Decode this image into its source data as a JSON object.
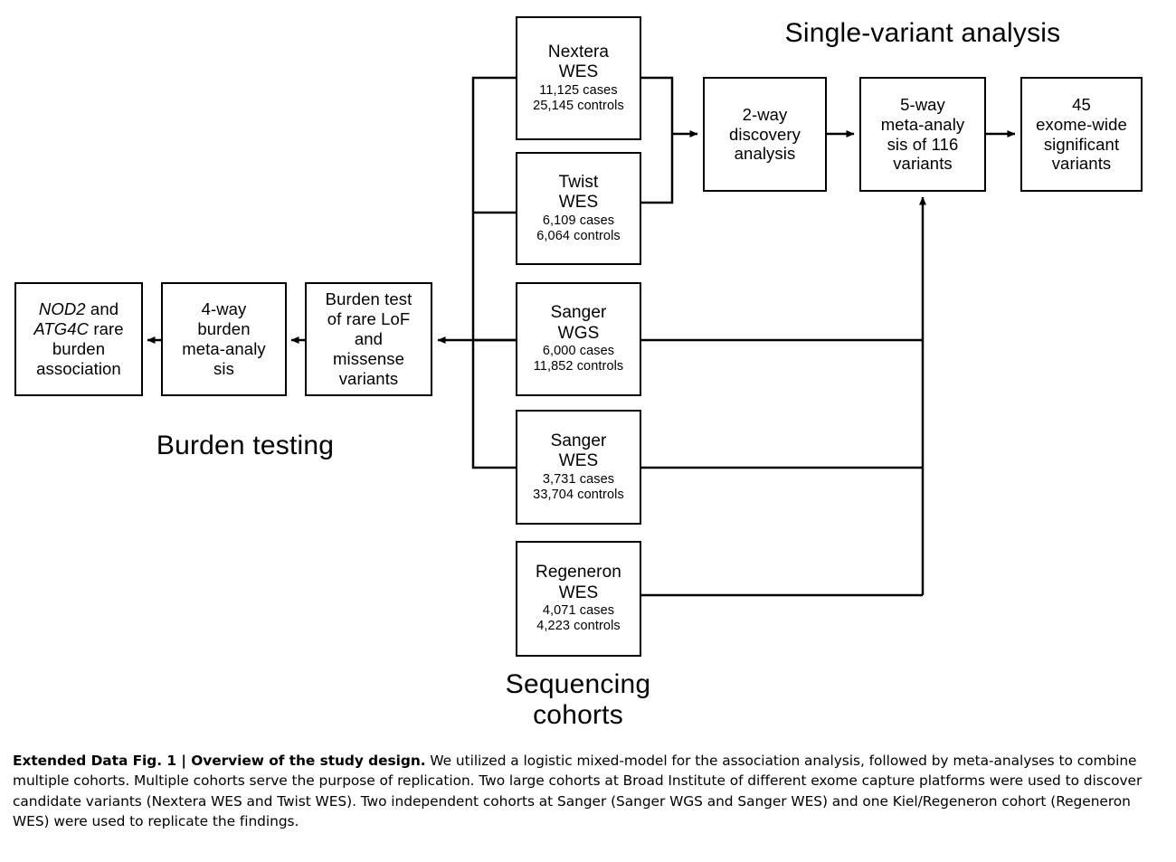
{
  "figure": {
    "section_labels": [
      {
        "id": "single-variant-analysis",
        "text": "Single-variant analysis"
      },
      {
        "id": "burden-testing",
        "text": "Burden testing"
      },
      {
        "id": "sequencing-cohorts",
        "text": "Sequencing\ncohorts"
      }
    ],
    "cohort_nodes": [
      {
        "id": "nextera-wes",
        "title": "Nextera\nWES",
        "cases": "11,125 cases",
        "controls": "25,145 controls"
      },
      {
        "id": "twist-wes",
        "title": "Twist\nWES",
        "cases": "6,109 cases",
        "controls": "6,064 controls"
      },
      {
        "id": "sanger-wgs",
        "title": "Sanger\nWGS",
        "cases": "6,000 cases",
        "controls": "11,852 controls"
      },
      {
        "id": "sanger-wes",
        "title": "Sanger\nWES",
        "cases": "3,731 cases",
        "controls": "33,704 controls"
      },
      {
        "id": "regeneron-wes",
        "title": "Regeneron\nWES",
        "cases": "4,071 cases",
        "controls": "4,223 controls"
      }
    ],
    "analysis_nodes": [
      {
        "id": "two-way-discovery",
        "title": "2-way\ndiscovery\nanalysis"
      },
      {
        "id": "five-way-meta",
        "title": "5-way\nmeta-analy\nsis of 116\nvariants"
      },
      {
        "id": "exome-wide-significant",
        "title": "45\nexome-wide\nsignificant\nvariants"
      }
    ],
    "burden_nodes": [
      {
        "id": "nod2-atg4c-association",
        "title_plain_1": "NOD2",
        "title_plain_2": " and",
        "title_plain_3": "ATG4C",
        "title_plain_4": " rare",
        "title_plain_5": "burden",
        "title_plain_6": "association"
      },
      {
        "id": "four-way-burden-meta",
        "title": "4-way\nburden\nmeta-analy\nsis"
      },
      {
        "id": "burden-test-rare",
        "title": "Burden test\nof rare LoF\nand\nmissense\nvariants"
      }
    ],
    "colors": {
      "stroke": "#000000",
      "fill": "#ffffff",
      "text": "#000000"
    }
  },
  "caption": {
    "label": "Extended Data Fig. 1 | Overview of the study design.",
    "body": " We utilized a logistic mixed-model for the association analysis, followed by meta-analyses to combine multiple cohorts. Multiple cohorts serve the purpose of replication. Two large cohorts at Broad Institute of different exome capture platforms were used to discover candidate variants (Nextera WES and Twist WES). Two independent cohorts at Sanger (Sanger WGS and Sanger WES) and one Kiel/Regeneron cohort (Regeneron WES) were used to replicate the findings."
  }
}
